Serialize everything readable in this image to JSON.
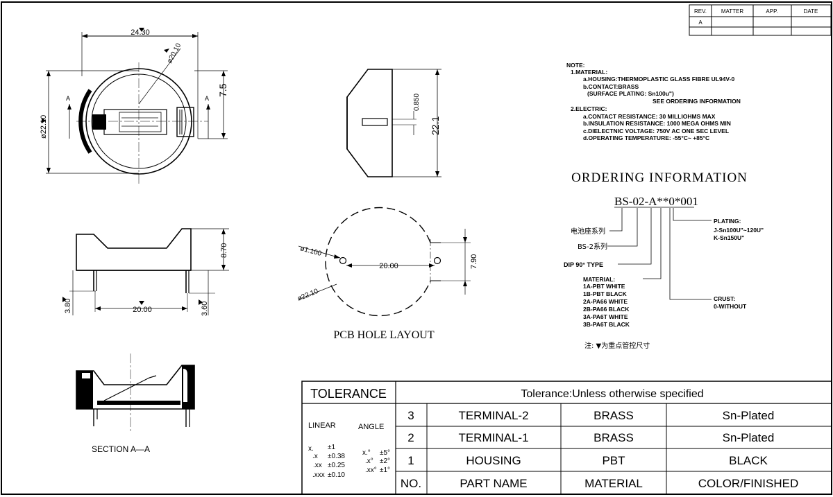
{
  "revision_table": {
    "headers": [
      "REV.",
      "MATTER",
      "APP.",
      "DATE"
    ],
    "rev": "A"
  },
  "dimensions": {
    "top_width": "24.30",
    "diameter_20": "ø20.10",
    "diameter_22": "ø22.10",
    "offset_7_5": "7.5",
    "side_0850": "0.850",
    "side_22_1": "22.1",
    "height_8_70": "8.70",
    "pin_20": "20.00",
    "pin_3_80": "3.80",
    "pin_3_60": "3.60",
    "pcb_hole": "ø1.100",
    "pcb_dia": "ø22.10",
    "pcb_span": "20.00",
    "pcb_7_90": "7.90"
  },
  "labels": {
    "section_marker": "A",
    "pcb_layout": "PCB HOLE LAYOUT",
    "section": "SECTION    A—A"
  },
  "notes": {
    "lines": [
      "NOTE:",
      "1.MATERIAL:",
      "a.HOUSING:THERMOPLASTIC GLASS FIBRE UL94V-0",
      "b.CONTACT:BRASS",
      "(SURFACE PLATING: Sn100u\")",
      "SEE ORDERING INFORMATION",
      "2.ELECTRIC:",
      "a.CONTACT RESISTANCE: 30 MILLIOHMS MAX",
      "b.INSULATION RESISTANCE: 1000 MEGA OHMS MIN",
      "c.DIELECTNIC VOLTAGE: 750V AC ONE SEC LEVEL",
      "d.OPERATING TEMPERATURE: -55°C~ +85°C"
    ]
  },
  "ordering": {
    "title": "ORDERING INFORMATION",
    "code": "BS-02-A**0*001",
    "series_cn": "电池座系列",
    "series_bs2": "BS-2系列",
    "dip": "DIP 90° TYPE",
    "material_title": "MATERIAL:",
    "materials": [
      "1A-PBT WHITE",
      "1B-PBT BLACK",
      "2A-PA66 WHITE",
      "2B-PA66 BLACK",
      "3A-PA6T WHITE",
      "3B-PA6T BLACK"
    ],
    "plating_title": "PLATING:",
    "plating": [
      "J-Sn100U\"~120U\"",
      "K-Sn150U\""
    ],
    "crust_title": "CRUST:",
    "crust": [
      "0-WITHOUT"
    ],
    "note_cn": "注: ▼为重点管控尺寸"
  },
  "tolerance": {
    "title": "TOLERANCE",
    "header": "Tolerance:Unless otherwise specified",
    "linear": "LINEAR",
    "angle": "ANGLE",
    "linear_rows": [
      [
        "x.",
        "±1"
      ],
      [
        ".x",
        "±0.38"
      ],
      [
        ".xx",
        "±0.25"
      ],
      [
        ".xxx",
        "±0.10"
      ]
    ],
    "angle_rows": [
      [
        "x.°",
        "±5°"
      ],
      [
        ".x°",
        "±2°"
      ],
      [
        ".xx°",
        "±1°"
      ]
    ]
  },
  "bom": {
    "columns": [
      "NO.",
      "PART NAME",
      "MATERIAL",
      "COLOR/FINISHED"
    ],
    "rows": [
      [
        "3",
        "TERMINAL-2",
        "BRASS",
        "Sn-Plated"
      ],
      [
        "2",
        "TERMINAL-1",
        "BRASS",
        "Sn-Plated"
      ],
      [
        "1",
        "HOUSING",
        "PBT",
        "BLACK"
      ]
    ]
  }
}
